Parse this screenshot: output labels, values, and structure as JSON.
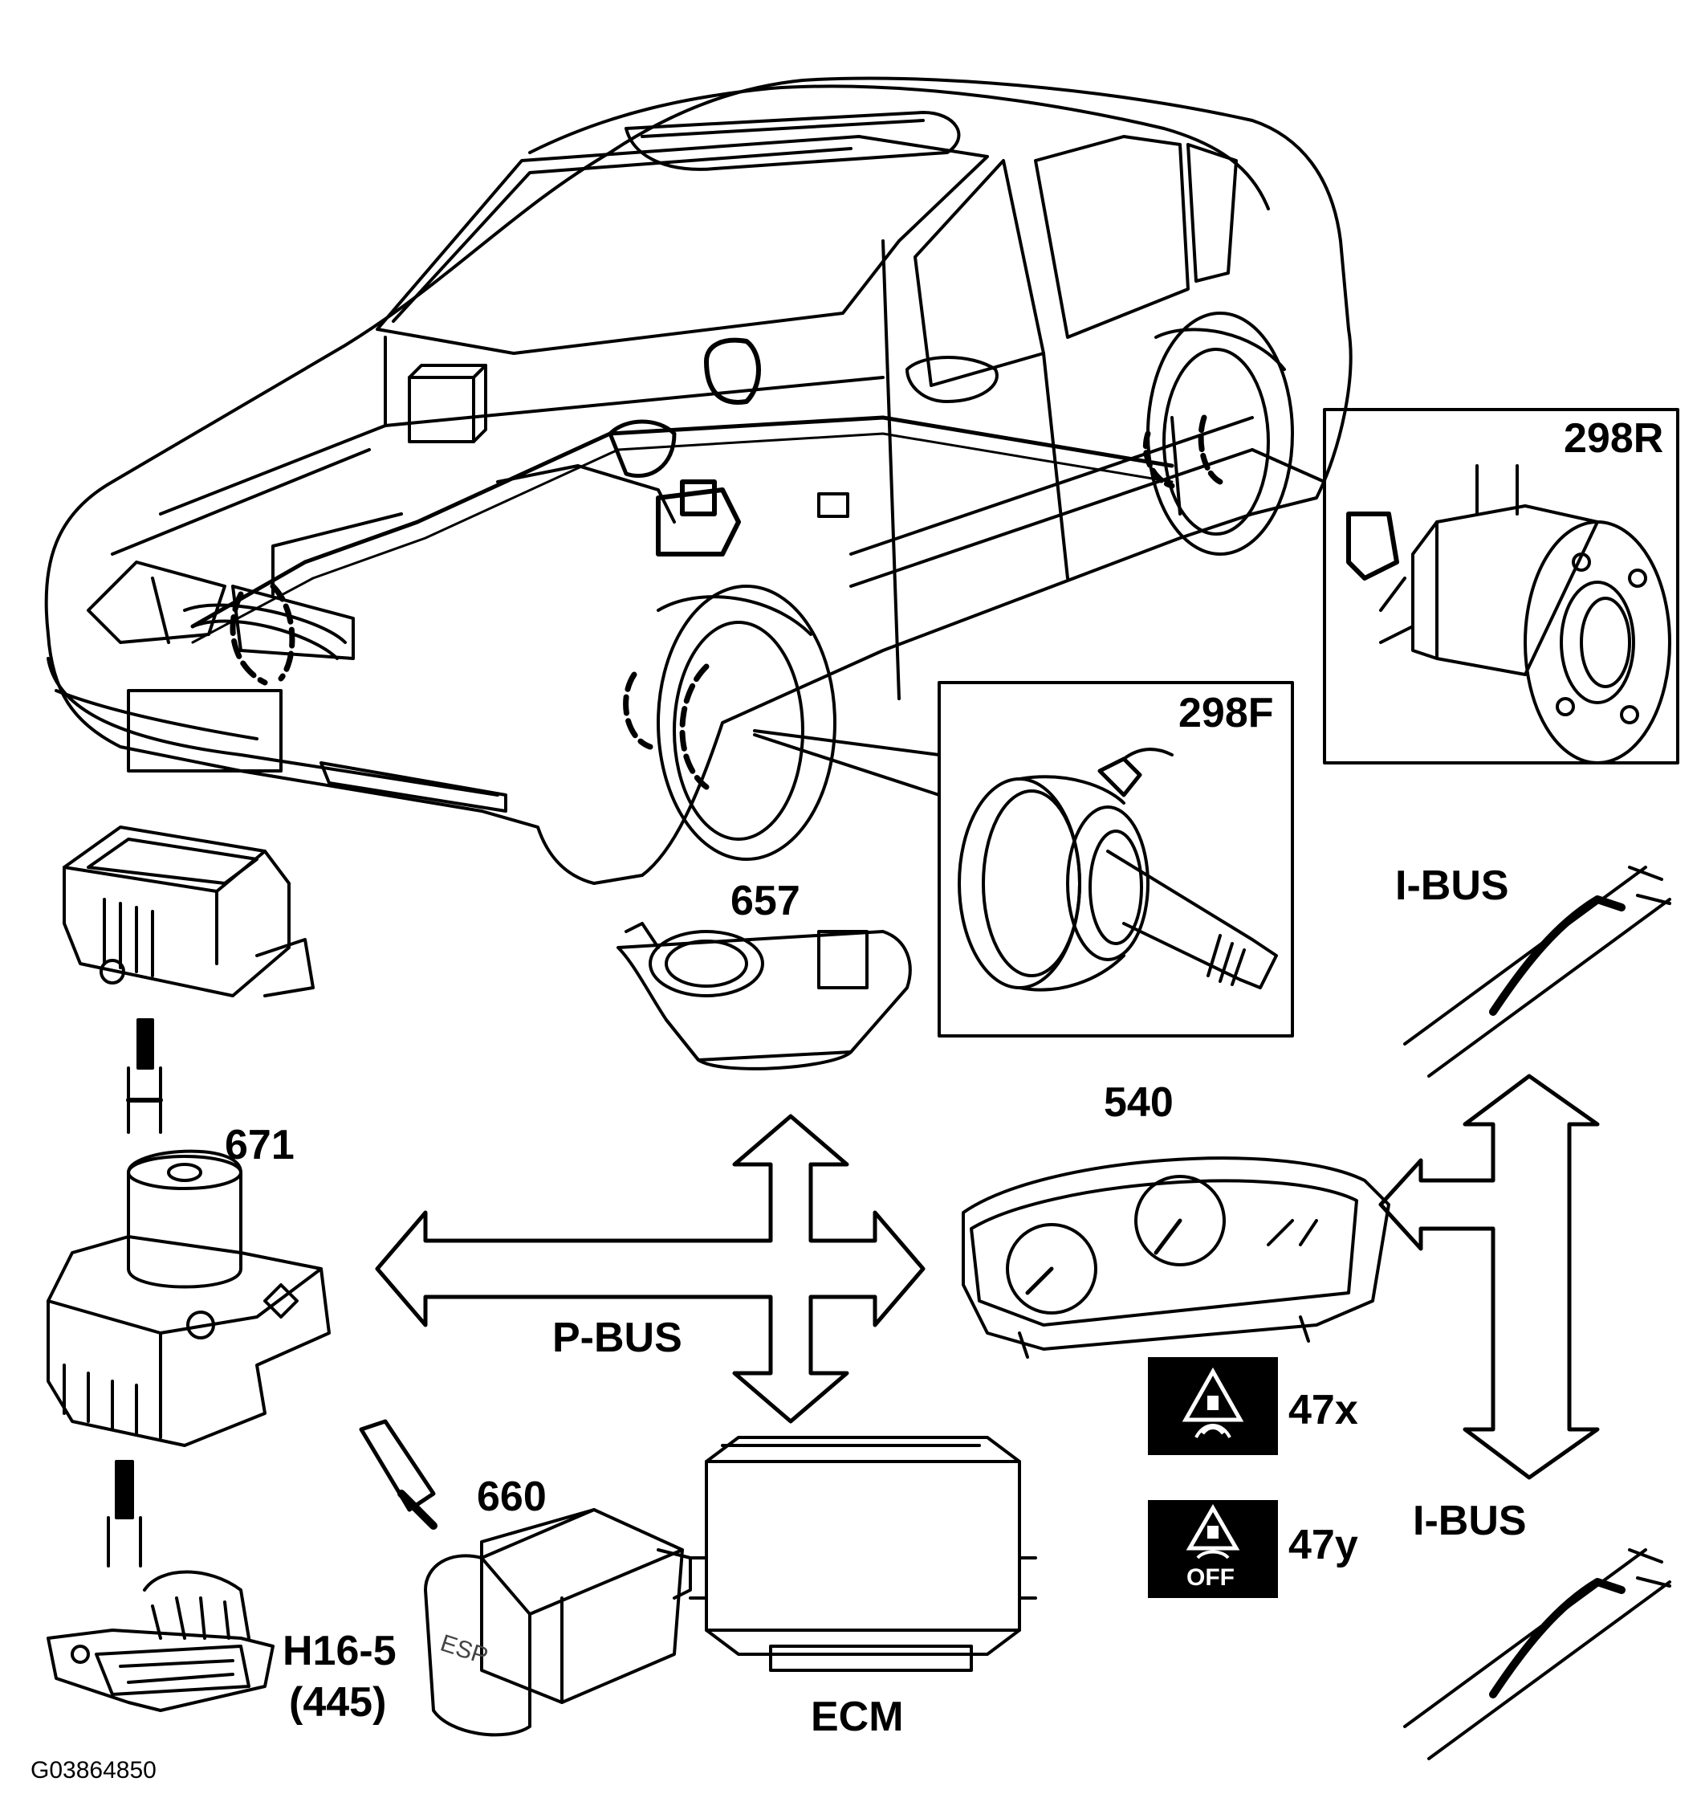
{
  "colors": {
    "ink": "#000000",
    "paper": "#ffffff"
  },
  "components": {
    "front_wheel_sensor": "298F",
    "rear_wheel_sensor": "298R",
    "steering_angle_sensor": "657",
    "esp_control_module": "671",
    "esp_button": "660",
    "esp_button_text": "ESP",
    "instrument_cluster": "540",
    "diagnostic_connector": "H16-5",
    "diagnostic_connector_alt": "(445)",
    "engine_control_module": "ECM"
  },
  "buses": {
    "p_bus": "P-BUS",
    "i_bus_upper": "I-BUS",
    "i_bus_lower": "I-BUS"
  },
  "indicators": [
    {
      "code": "47x",
      "icon": "esp-warning-icon",
      "text": ""
    },
    {
      "code": "47y",
      "icon": "esp-off-icon",
      "text": "OFF"
    }
  ],
  "figure_id": "G03864850"
}
